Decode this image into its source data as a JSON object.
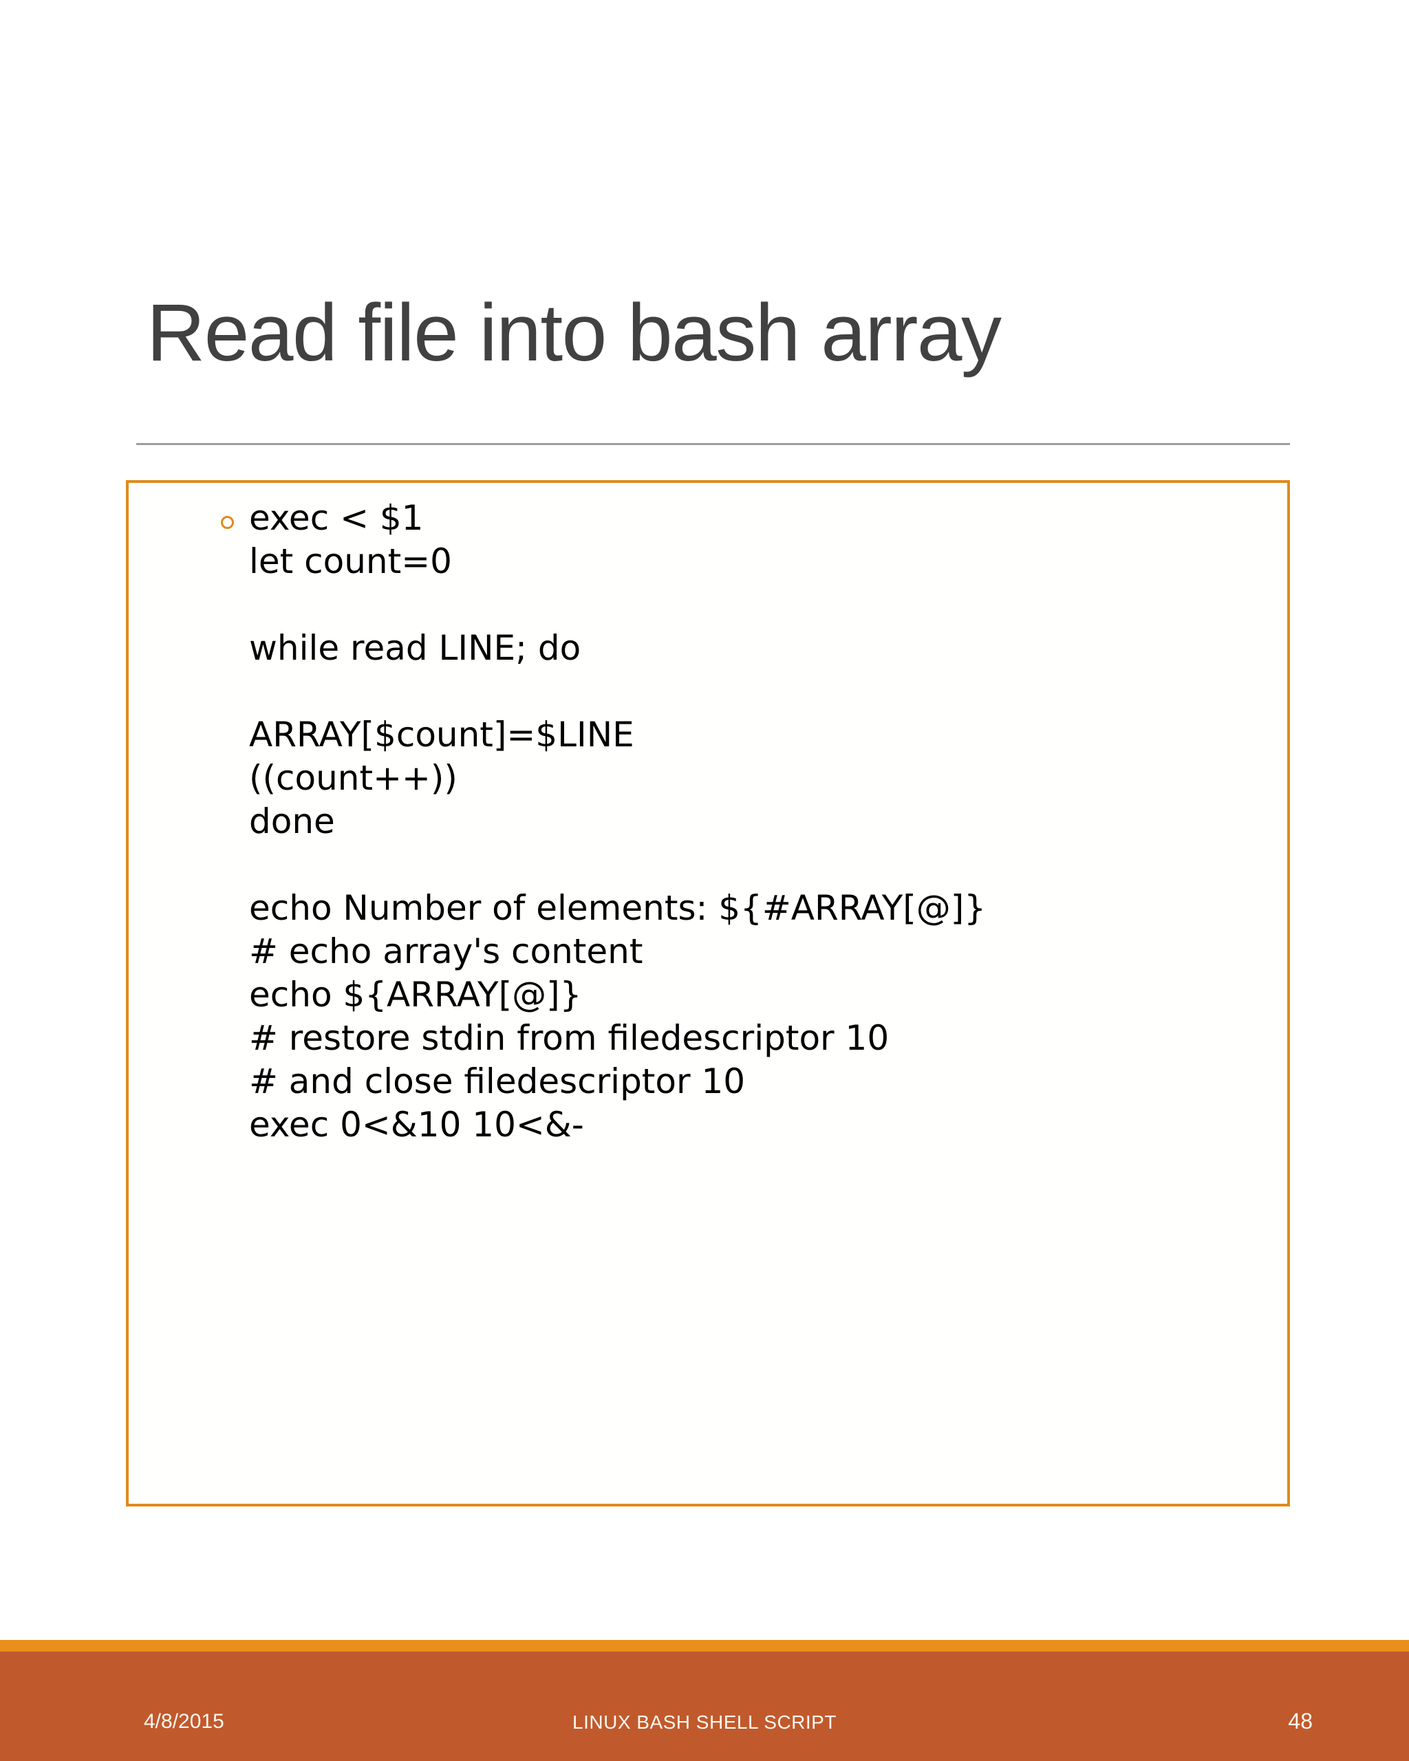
{
  "slide": {
    "title": "Read file into bash array",
    "page_number": "48",
    "accent_color": "#e08a1e",
    "band_color": "#c05a2c",
    "title_color": "#414141",
    "divider_color": "#9d9d9d"
  },
  "content": {
    "bullet_glyph": "hollow-circle",
    "code": "exec < $1\nlet count=0\n\nwhile read LINE; do\n\nARRAY[$count]=$LINE\n((count++))\ndone\n\necho Number of elements: ${#ARRAY[@]}\n# echo array's content\necho ${ARRAY[@]}\n# restore stdin from filedescriptor 10\n# and close filedescriptor 10\nexec 0<&10 10<&-",
    "code_lines": [
      "exec < $1",
      "let count=0",
      "",
      "while read LINE; do",
      "",
      "ARRAY[$count]=$LINE",
      "((count++))",
      "done",
      "",
      "echo Number of elements: ${#ARRAY[@]}",
      "# echo array's content",
      "echo ${ARRAY[@]}",
      "# restore stdin from filedescriptor 10",
      "# and close filedescriptor 10",
      "exec 0<&10 10<&-"
    ]
  },
  "footer": {
    "date": "4/8/2015",
    "center_label": "LINUX  BASH SHELL SCRIPT",
    "page": "48"
  }
}
